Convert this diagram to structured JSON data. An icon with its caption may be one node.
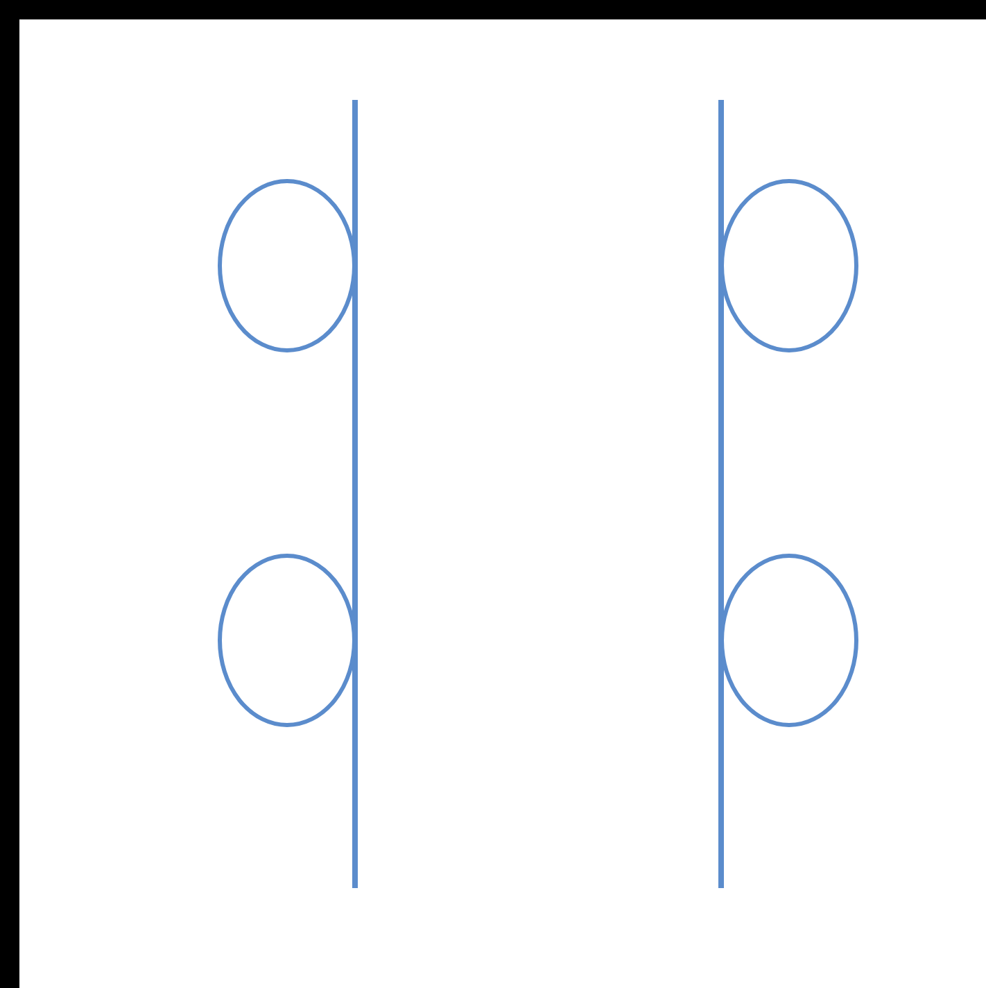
{
  "diagram": {
    "nodes": [
      {
        "text": [],
        "shape": "bar"
      },
      {
        "text": [],
        "shape": "circle"
      },
      {
        "text": [],
        "shape": "circle"
      },
      {
        "text": [],
        "shape": "bar"
      },
      {
        "text": [],
        "shape": "circle"
      },
      {
        "text": [],
        "shape": "circle"
      }
    ]
  }
}
